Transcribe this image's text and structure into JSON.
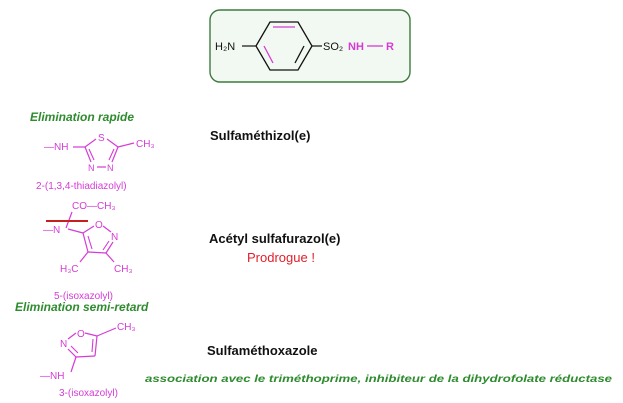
{
  "colors": {
    "magenta": "#d63bd6",
    "green_text": "#2e8b2e",
    "red_text": "#e0202a",
    "box_border": "#3e7a3e",
    "box_fill": "#f2f9f2",
    "black": "#111111"
  },
  "core": {
    "h2n": "H₂N",
    "so2": "SO₂",
    "nh": "NH",
    "r": "R"
  },
  "group1": {
    "heading": "Elimination rapide",
    "nh": "—NH",
    "s": "S",
    "ch3": "CH₃",
    "n1": "N",
    "n2": "N",
    "caption": "2-(1,3,4-thiadiazolyl)",
    "drug": "Sulfaméthizol(e)"
  },
  "group2": {
    "co_ch3": "CO—CH₃",
    "n_sub": "—N",
    "o": "O",
    "n": "N",
    "h3c": "H₃C",
    "ch3": "CH₃",
    "caption": "5-(isoxazolyl)",
    "drug": "Acétyl sulfafurazol(e)",
    "note": "Prodrogue !"
  },
  "group3": {
    "heading": "Elimination semi-retard",
    "ch3": "CH₃",
    "n": "N",
    "o": "O",
    "nh": "—NH",
    "caption": "3-(isoxazolyl)",
    "drug": "Sulfaméthoxazole",
    "association": "association avec le triméthoprime, inhibiteur de la dihydrofolate réductase"
  }
}
